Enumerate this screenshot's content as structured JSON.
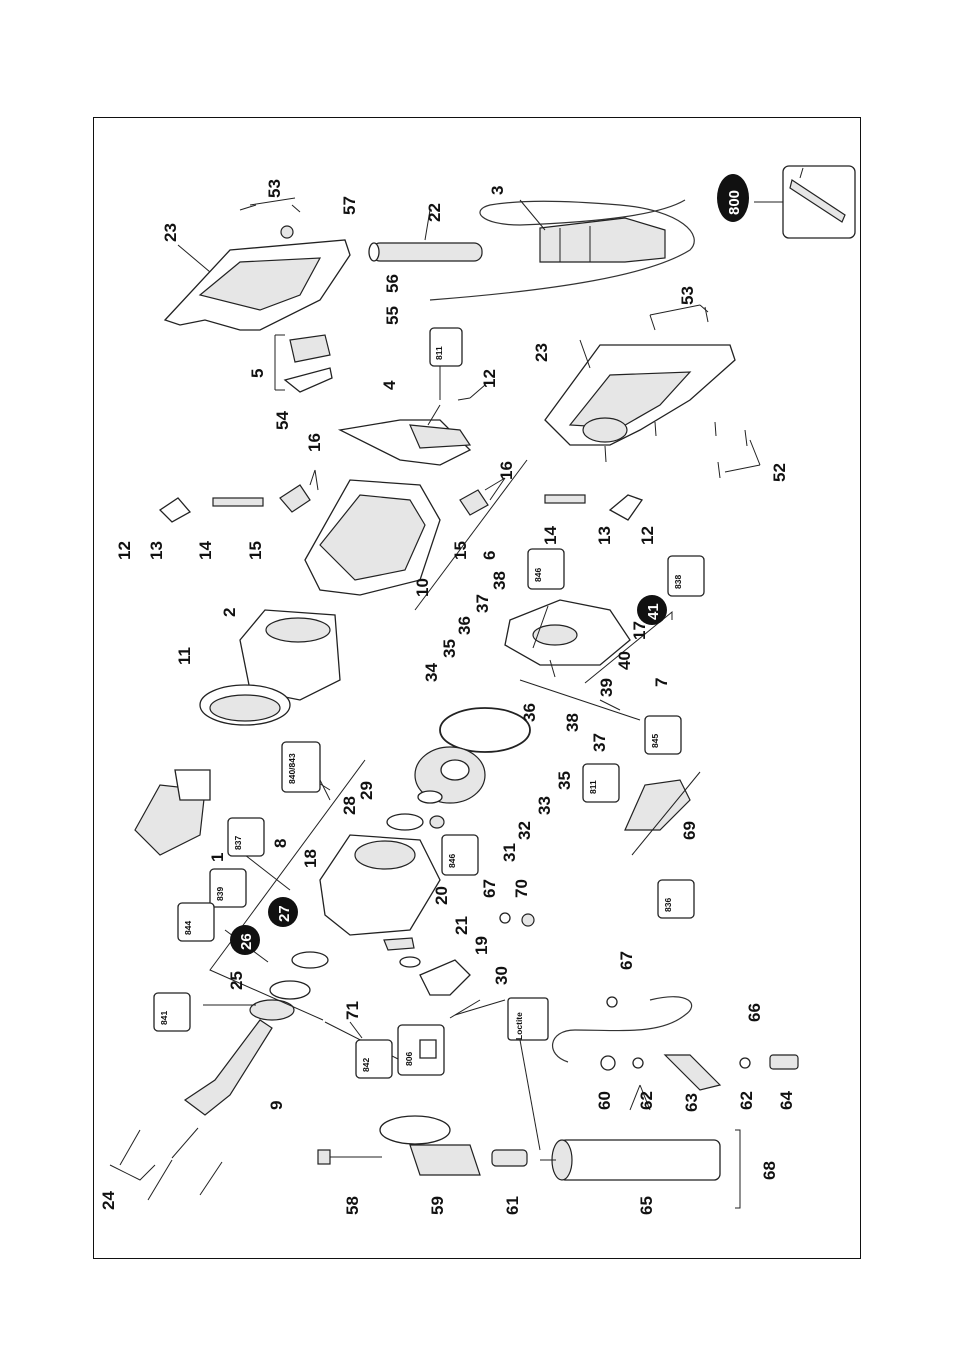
{
  "labels": {
    "l1": "1",
    "l2": "2",
    "l3": "3",
    "l4": "4",
    "l5": "5",
    "l6": "6",
    "l7": "7",
    "l8": "8",
    "l9": "9",
    "l10": "10",
    "l11": "11",
    "l12a": "12",
    "l12b": "12",
    "l12c": "12",
    "l13a": "13",
    "l13b": "13",
    "l14a": "14",
    "l14b": "14",
    "l15a": "15",
    "l15b": "15",
    "l16a": "16",
    "l16b": "16",
    "l17": "17",
    "l18": "18",
    "l19": "19",
    "l20": "20",
    "l21": "21",
    "l22": "22",
    "l23a": "23",
    "l23b": "23",
    "l24": "24",
    "l25": "25",
    "l28": "28",
    "l29": "29",
    "l30": "30",
    "l31": "31",
    "l32": "32",
    "l33": "33",
    "l34": "34",
    "l35a": "35",
    "l35b": "35",
    "l36a": "36",
    "l36b": "36",
    "l37a": "37",
    "l37b": "37",
    "l38a": "38",
    "l38b": "38",
    "l39": "39",
    "l40": "40",
    "l52": "52",
    "l53a": "53",
    "l53b": "53",
    "l54": "54",
    "l55": "55",
    "l56": "56",
    "l57": "57",
    "l58": "58",
    "l59": "59",
    "l60": "60",
    "l61": "61",
    "l62a": "62",
    "l62b": "62",
    "l63": "63",
    "l64": "64",
    "l65": "65",
    "l66": "66",
    "l67a": "67",
    "l67b": "67",
    "l68": "68",
    "l69": "69",
    "l70": "70",
    "l71": "71"
  },
  "badges": {
    "b26": "26",
    "b27": "27",
    "b41": "41",
    "b800": "800"
  },
  "boxes": {
    "x811a": "811",
    "x811b": "811",
    "x846a": "846",
    "x846b": "846",
    "x838": "838",
    "x845": "845",
    "x836": "836",
    "x837": "837",
    "x839": "839",
    "x844": "844",
    "x841": "841",
    "x842": "842",
    "x806": "806",
    "x840": "840/843"
  },
  "loctite": "Loctite"
}
